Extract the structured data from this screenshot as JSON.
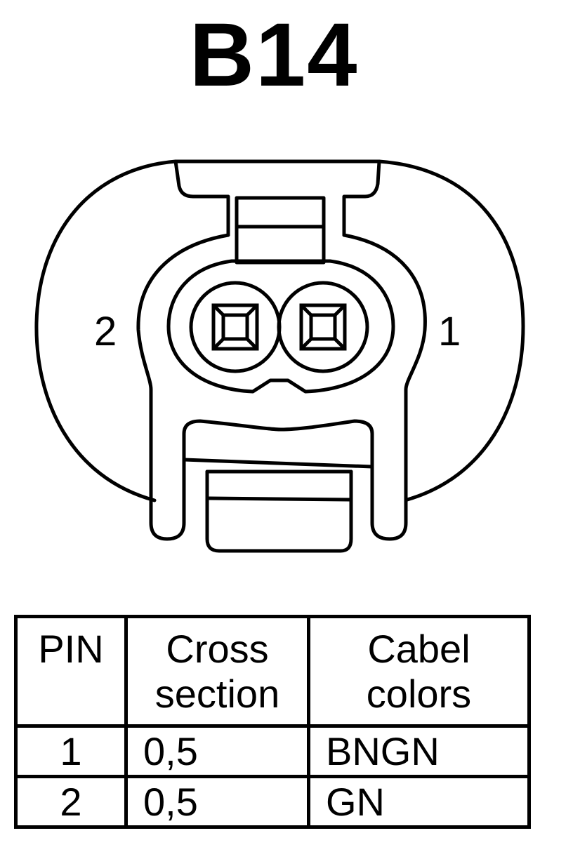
{
  "connector": {
    "id": "B14",
    "pin_labels": {
      "left": "2",
      "right": "1"
    }
  },
  "table": {
    "headers": {
      "pin": "PIN",
      "cross_line1": "Cross",
      "cross_line2": "section",
      "color_line1": "Cabel",
      "color_line2": "colors"
    },
    "rows": [
      {
        "pin": "1",
        "cross_section": "0,5",
        "color": "BNGN"
      },
      {
        "pin": "2",
        "cross_section": "0,5",
        "color": "GN"
      }
    ]
  }
}
